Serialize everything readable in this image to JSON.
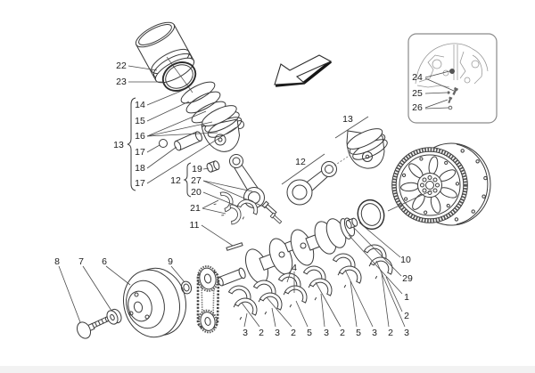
{
  "diagram": {
    "colors": {
      "background": "#ffffff",
      "line": "#3c3c3c",
      "label": "#1b1b1b"
    },
    "labels": {
      "liner": "22",
      "liner_oring": "23",
      "ring_top": "14",
      "ring_second": "15",
      "ring_oil": "16",
      "circlip_left": "17",
      "wrist_pin": "18",
      "circlip_right": "17",
      "piston_group": "13",
      "rod_group": "12",
      "small_end_bushing": "19",
      "rod_bolts": "27",
      "rod_cap": "20",
      "rod_bearings": "21",
      "crank_key": "11",
      "pulley_bolt": "8",
      "pulley_washer": "7",
      "damper_pulley": "6",
      "spacer_ring": "9",
      "piston_assembly": "13",
      "rod_assembly": "12",
      "inset_a": "24",
      "inset_b": "25",
      "inset_c": "26",
      "rear_seal": "10",
      "plug": "29",
      "crankshaft": "1",
      "upper_shell_right": "2",
      "thrust_pair": "4",
      "row": [
        "3",
        "2",
        "3",
        "2",
        "5",
        "3",
        "2",
        "5",
        "3",
        "2",
        "3"
      ]
    }
  }
}
